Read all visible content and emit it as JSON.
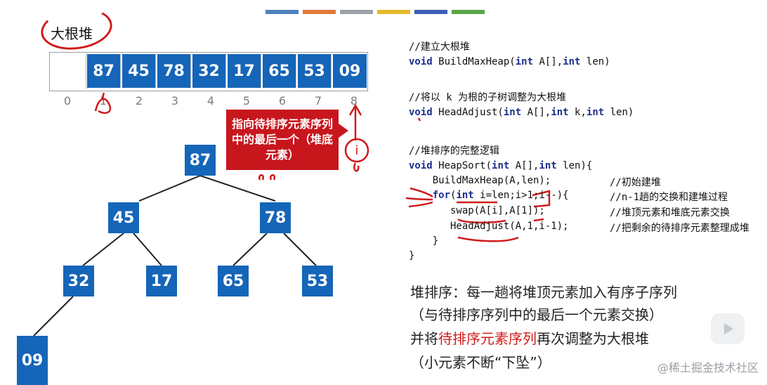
{
  "title": "大根堆",
  "array": {
    "cells": [
      "",
      "87",
      "45",
      "78",
      "32",
      "17",
      "65",
      "53",
      "09"
    ],
    "indices": [
      "0",
      "1",
      "2",
      "3",
      "4",
      "5",
      "6",
      "7",
      "8"
    ]
  },
  "callout": "指向待排序元素序列中的最后一个（堆底元素）",
  "pointer_label": "i",
  "tree": {
    "root": "87",
    "l": "45",
    "r": "78",
    "ll": "32",
    "lr": "17",
    "rl": "65",
    "rr": "53",
    "lll": "09"
  },
  "code": {
    "c1": "//建立大根堆",
    "f1_name": " BuildMaxHeap(",
    "f1_kw1": "int",
    "f1_mid": " A[],",
    "f1_kw2": "int",
    "f1_end": " len)",
    "c2": "//将以 k 为根的子树调整为大根堆",
    "f2_name": " HeadAdjust(",
    "f2_kw1": "int",
    "f2_mid1": " A[],",
    "f2_kw2": "int",
    "f2_mid2": " k,",
    "f2_kw3": "int",
    "f2_end": " len)",
    "c3": "//堆排序的完整逻辑",
    "f3_name": " HeapSort(",
    "f3_kw1": "int",
    "f3_mid": " A[],",
    "f3_kw2": "int",
    "f3_end": " len){",
    "l1": "    BuildMaxHeap(A,len);",
    "l1c": "//初始建堆",
    "l2a": "    ",
    "l2kw": "for",
    "l2b": "(",
    "l2kw2": "int",
    "l2c": " i=len;i>1;i--){",
    "l2cm": "//n-1趟的交换和建堆过程",
    "l3": "       swap(A[i],A[1]);",
    "l3c": "//堆顶元素和堆底元素交换",
    "l4": "       HeadAdjust(A,1,i-1);",
    "l4c": "//把剩余的待排序元素整理成堆",
    "l5": "    }",
    "l6": "}",
    "void": "void"
  },
  "desc": {
    "line1": "堆排序：每一趟将堆顶元素加入有序子序列",
    "line2": "（与待排序序列中的最后一个元素交换）",
    "line3_a": "并将",
    "line3_red": "待排序元素序列",
    "line3_b": "再次调整为大根堆",
    "line4": "（小元素不断“下坠”）"
  },
  "watermark": "@稀土掘金技术社区",
  "colors": {
    "node": "#1565b8",
    "callout": "#c8161d",
    "annotation": "#d01a1a",
    "bars": [
      "#4f81bd",
      "#e07b39",
      "#9aa0a6",
      "#e5b82a",
      "#3f5fb5",
      "#5aa546"
    ]
  }
}
